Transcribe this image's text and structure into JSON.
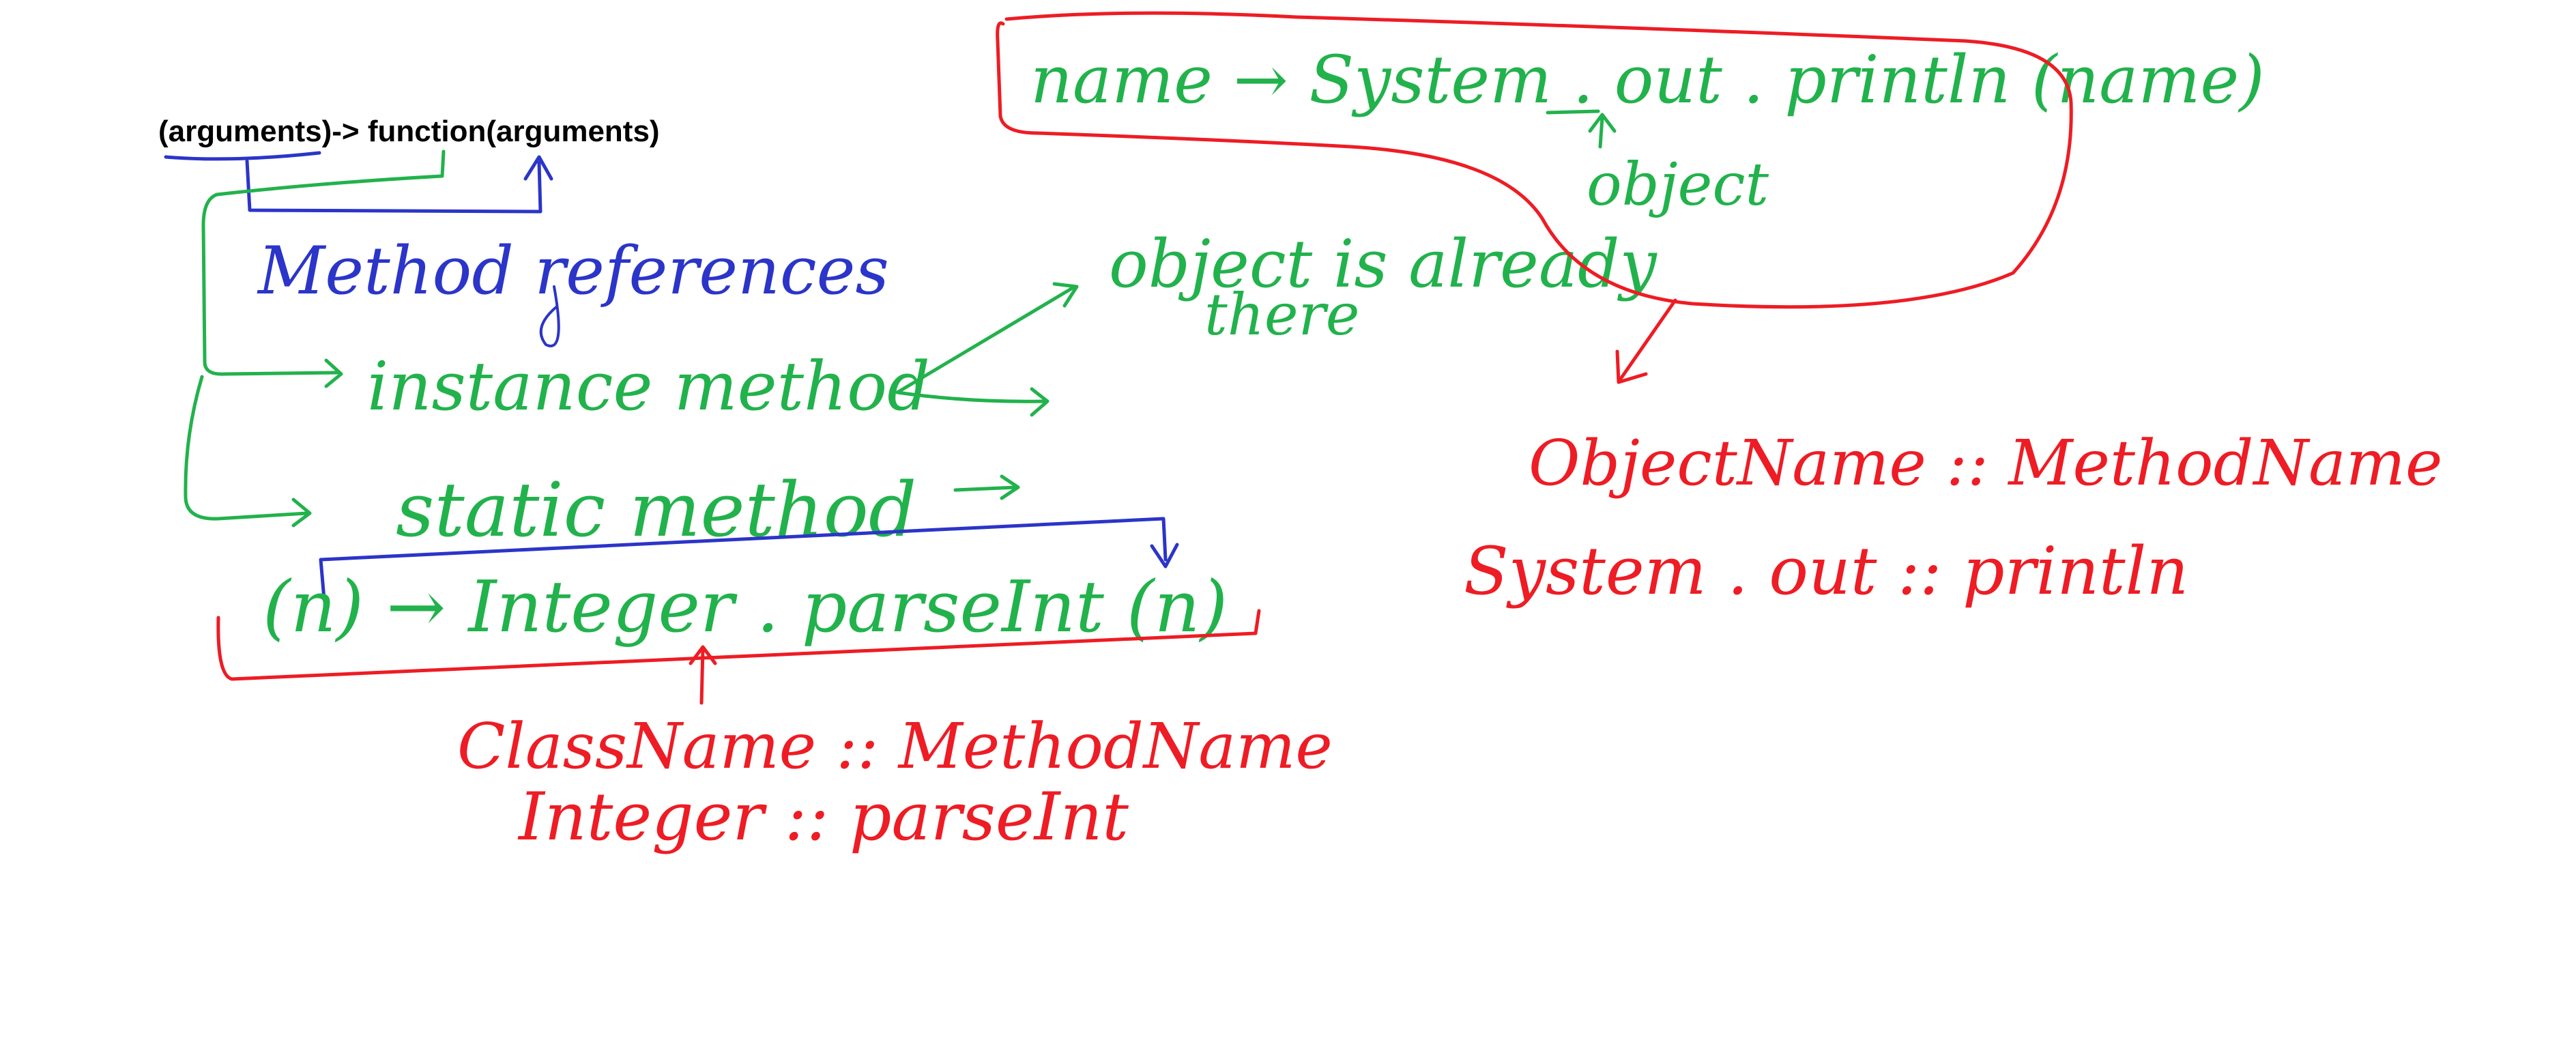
{
  "colors": {
    "ink_black": "#000000",
    "ink_blue": "#2b35c9",
    "ink_green": "#22b24c",
    "ink_red": "#ee1c24",
    "background": "#ffffff"
  },
  "typed_note": "(arguments)-> function(arguments)",
  "blue_notes": {
    "method_references": "Method references"
  },
  "green_notes": {
    "instance_method": "instance method",
    "static_method": "static method",
    "object_already_there_line1": "object is already",
    "object_already_there_line2": "there",
    "lambda_println": "name → System . out . println (name)",
    "object_label": "object",
    "lambda_parseint": "(n) → Integer . parseInt (n)"
  },
  "red_notes": {
    "classname_method": "ClassName :: MethodName",
    "integer_parseint": "Integer :: parseInt",
    "objectname_method": "ObjectName :: MethodName",
    "system_out_println": "System . out :: println"
  }
}
